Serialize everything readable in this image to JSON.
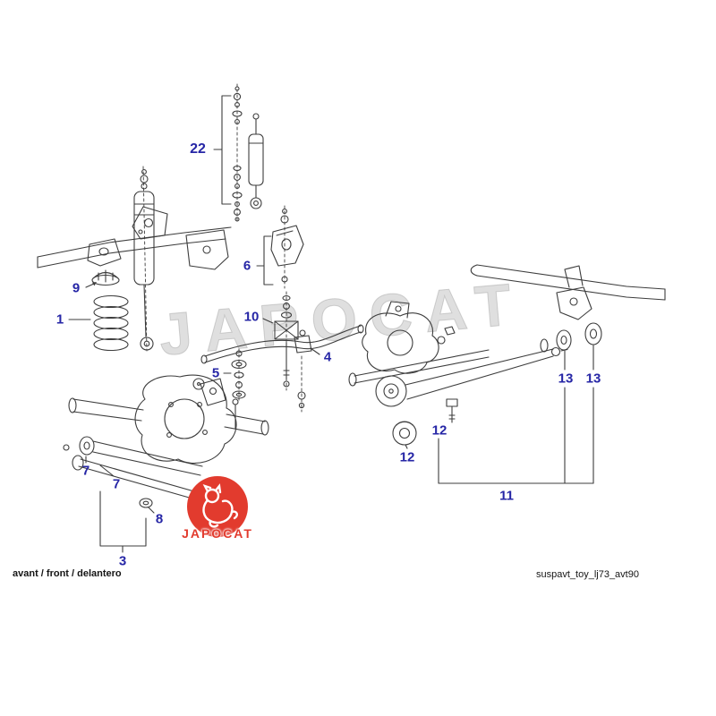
{
  "footer": {
    "left": "avant / front / delantero",
    "right": "suspavt_toy_lj73_avt90"
  },
  "watermark": "JAPOCAT",
  "logo": {
    "text": "JAPOCAT"
  },
  "labels": {
    "n22": "22",
    "n6": "6",
    "n9": "9",
    "n1": "1",
    "n10": "10",
    "n5": "5",
    "n4": "4",
    "n7a": "7",
    "n7b": "7",
    "n8": "8",
    "n3": "3",
    "n12a": "12",
    "n12b": "12",
    "n11": "11",
    "n13a": "13",
    "n13b": "13"
  },
  "colors": {
    "label": "#2626a6",
    "logo": "#e23b2e",
    "line": "#3d3d3d"
  }
}
